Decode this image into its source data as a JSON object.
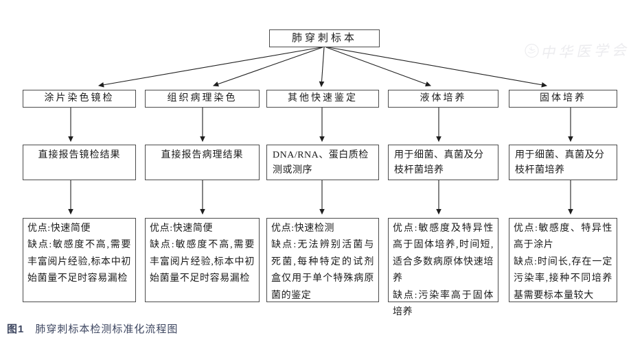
{
  "page": {
    "background": "#ffffff",
    "box_border_color": "#4b4b4b",
    "text_color": "#1b1b1b",
    "arrow_color": "#1f1f1f",
    "caption_color": "#3d4660",
    "watermark_color": "#ececef"
  },
  "flowchart": {
    "root": "肺穿刺标本",
    "columns": [
      {
        "header": "涂片染色镜检",
        "result": "直接报告镜检结果",
        "detail": "优点:快速简便\n缺点:敏感度不高,需要丰富阅片经验,标本中初始菌量不足时容易漏检"
      },
      {
        "header": "组织病理染色",
        "result": "直接报告病理结果",
        "detail": "优点:快速简便\n缺点:敏感度不高,需要丰富阅片经验,标本中初始菌量不足时容易漏检"
      },
      {
        "header": "其他快速鉴定",
        "result": "DNA/RNA、蛋白质检测或测序",
        "detail": "优点:快速检测\n缺点:无法辨别活菌与死菌,每种特定的试剂盒仅用于单个特殊病原菌的鉴定"
      },
      {
        "header": "液体培养",
        "result": "用于细菌、真菌及分枝杆菌培养",
        "detail": "优点:敏感度及特异性高于固体培养,时间短,适合多数病原体快速培养\n缺点:污染率高于固体培养"
      },
      {
        "header": "固体培养",
        "result": "用于细菌、真菌及分枝杆菌培养",
        "detail": "优点:敏感度、特异性高于涂片\n缺点:时间长,存在一定污染率,接种不同培养基需要标本量较大"
      }
    ]
  },
  "caption": {
    "label": "图1",
    "text": "肺穿刺标本检测标准化流程图"
  },
  "watermark": {
    "text": "中华医学会"
  }
}
